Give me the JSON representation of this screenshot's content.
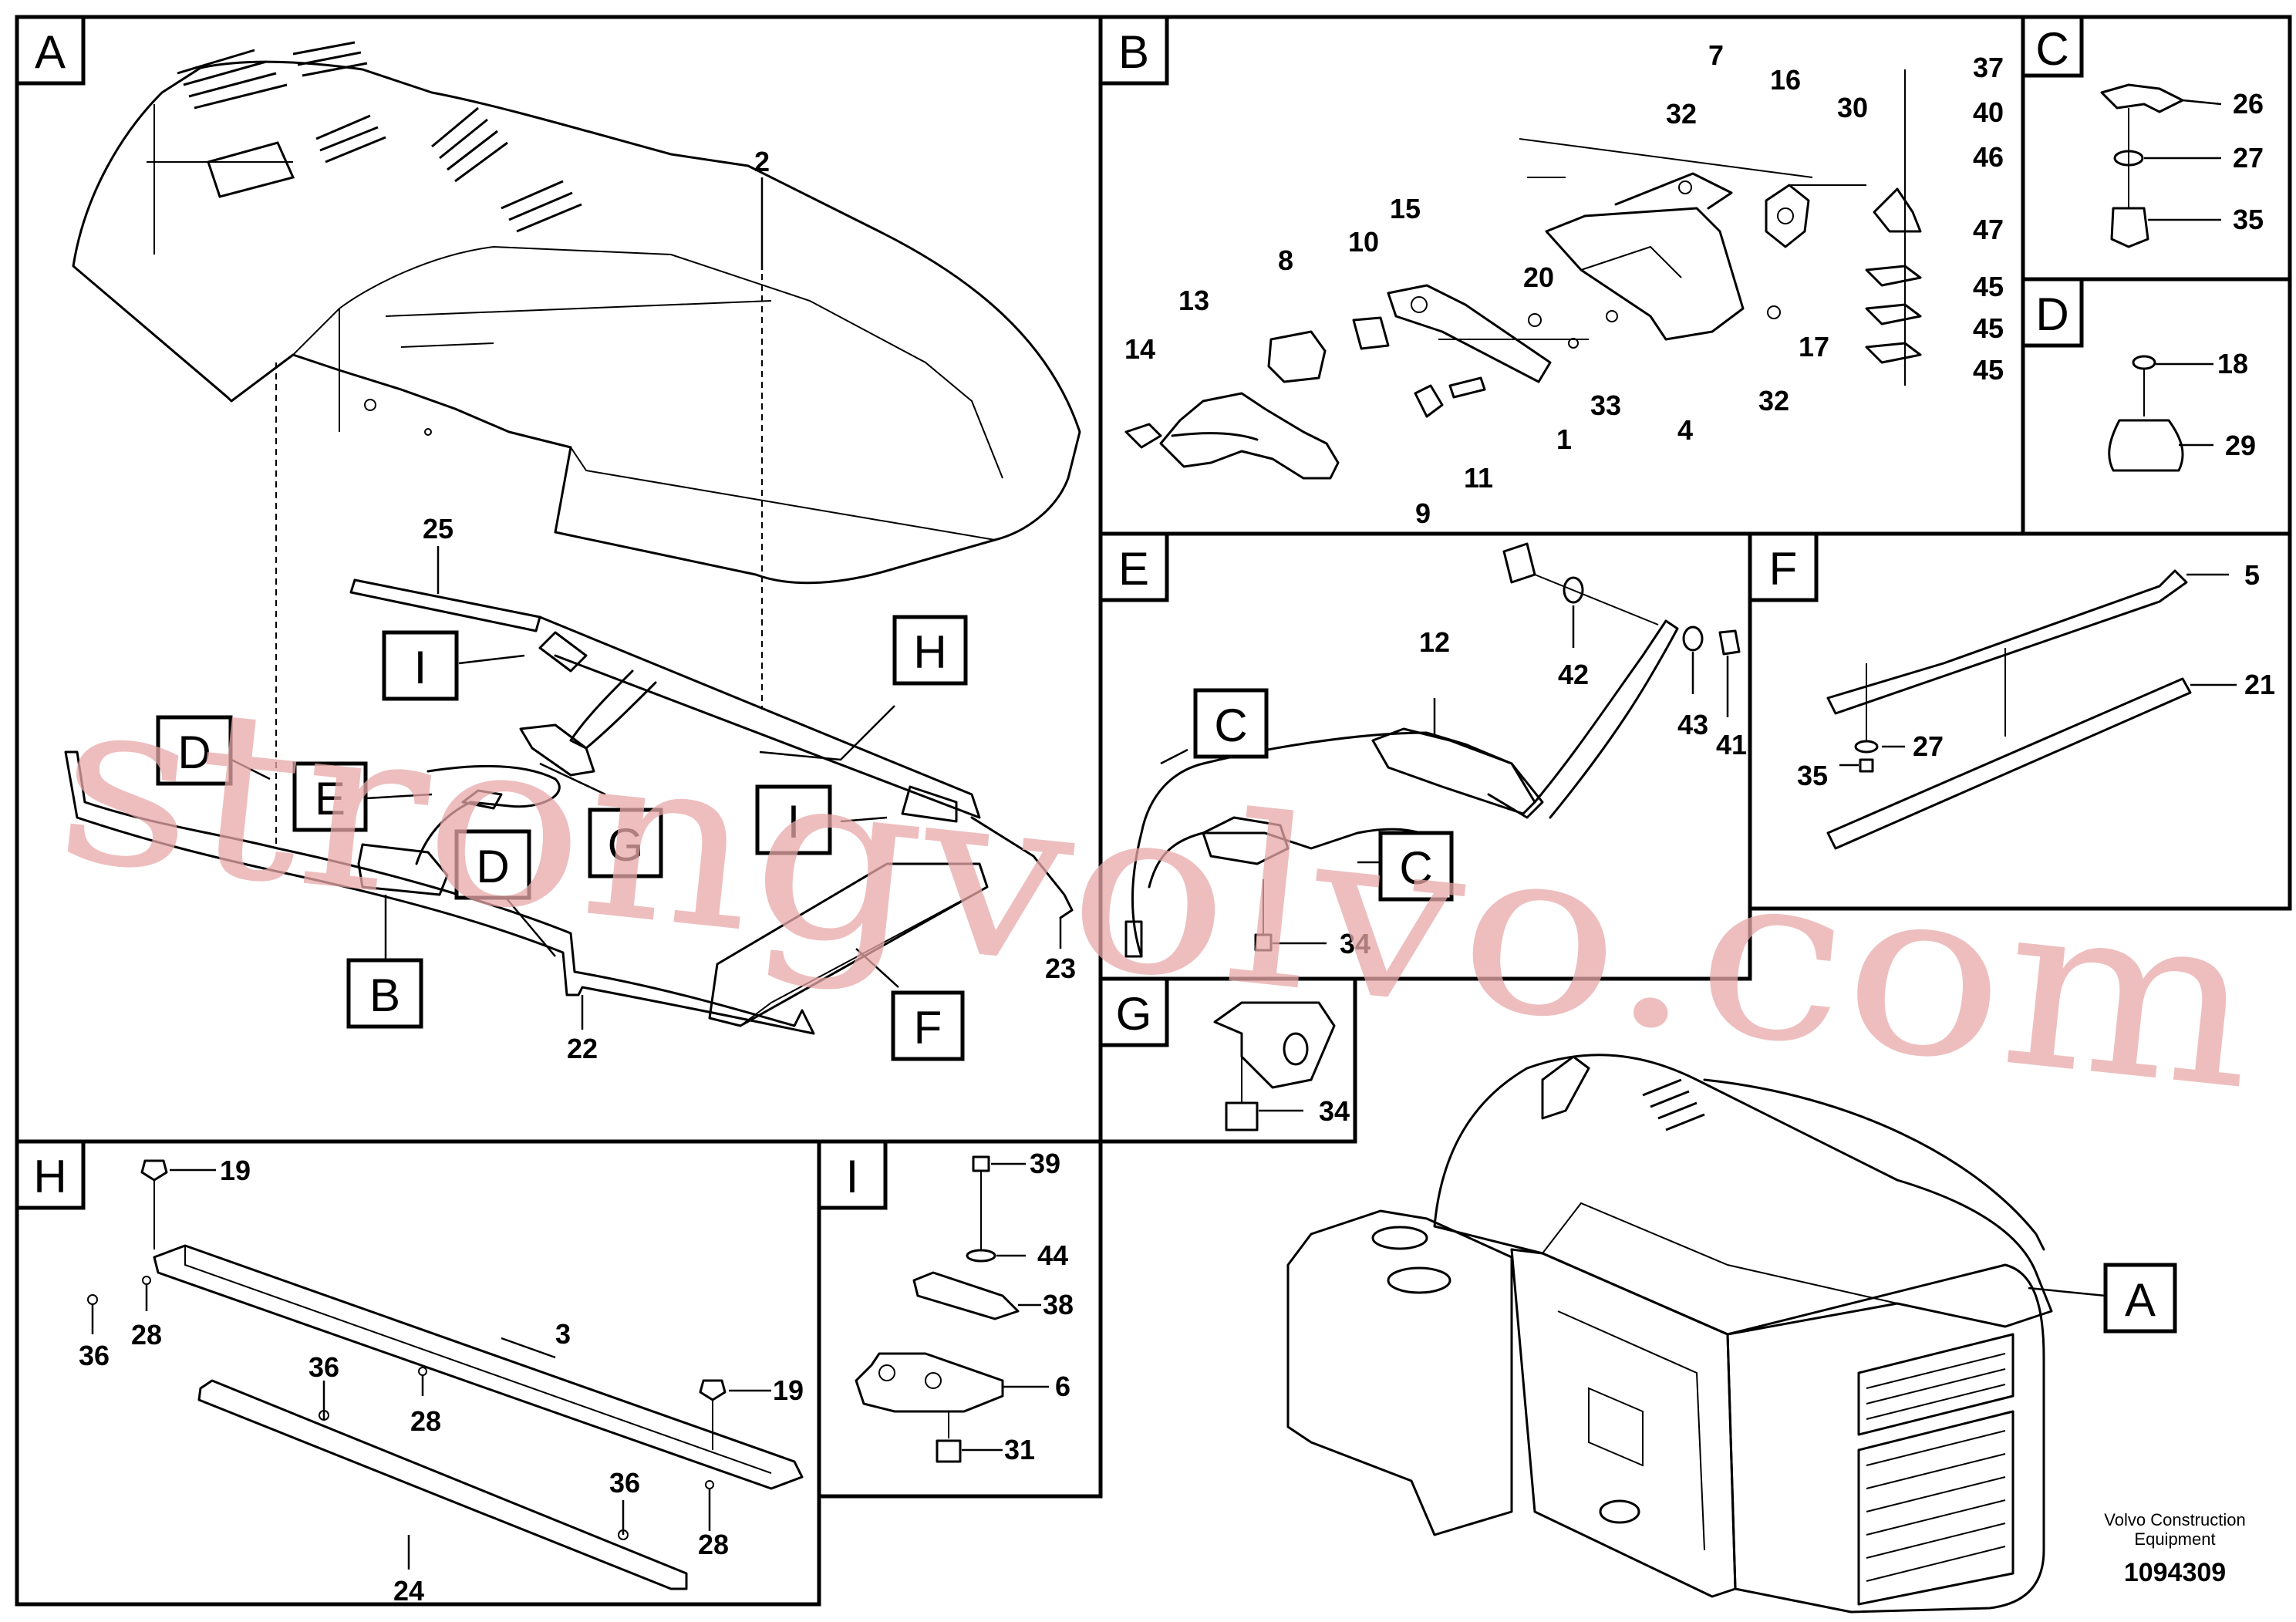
{
  "panels": {
    "A": "A",
    "B": "B",
    "C": "C",
    "D": "D",
    "E": "E",
    "F": "F",
    "G": "G",
    "H": "H",
    "I": "I"
  },
  "callouts": {
    "I_top": "I",
    "H": "H",
    "D_left": "D",
    "E": "E",
    "G": "G",
    "D_mid": "D",
    "B": "B",
    "I_right": "I",
    "F": "F",
    "C_top": "C",
    "C_bottom": "C",
    "A_overview": "A"
  },
  "labels": {
    "A": [
      "2",
      "25",
      "22",
      "23"
    ],
    "B": [
      "7",
      "16",
      "37",
      "32",
      "30",
      "40",
      "46",
      "15",
      "8",
      "10",
      "13",
      "20",
      "47",
      "45",
      "45",
      "45",
      "14",
      "33",
      "1",
      "4",
      "32",
      "17",
      "11",
      "9"
    ],
    "C": [
      "26",
      "27",
      "35"
    ],
    "D": [
      "18",
      "29"
    ],
    "E": [
      "12",
      "42",
      "43",
      "41",
      "34"
    ],
    "F": [
      "5",
      "21",
      "27",
      "35"
    ],
    "G": [
      "34"
    ],
    "H": [
      "19",
      "36",
      "28",
      "3",
      "36",
      "28",
      "19",
      "36",
      "28",
      "24"
    ],
    "I": [
      "39",
      "44",
      "38",
      "6",
      "31"
    ]
  },
  "brand": {
    "line1": "Volvo Construction",
    "line2": "Equipment",
    "doc_number": "1094309"
  },
  "watermark": "strongvolvo.com"
}
